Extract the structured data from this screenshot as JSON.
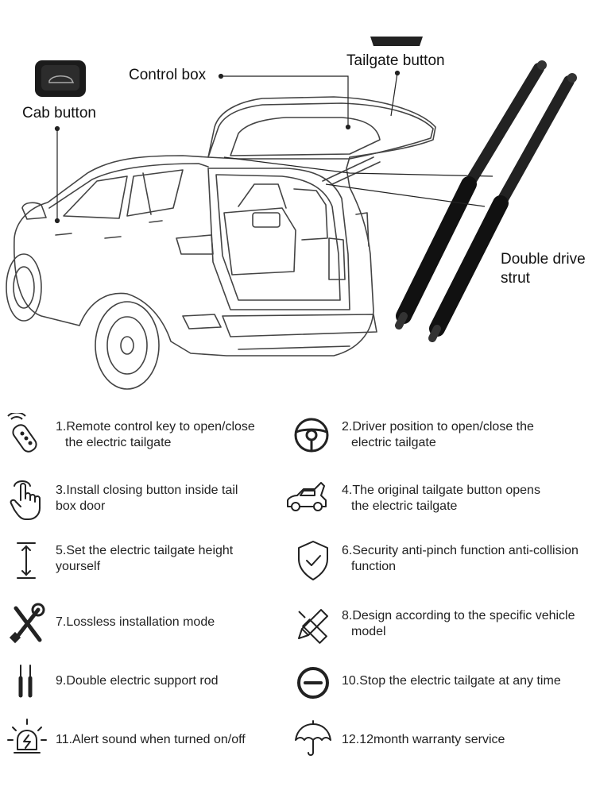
{
  "diagram": {
    "labels": {
      "cab_button": "Cab button",
      "control_box": "Control box",
      "tailgate_button": "Tailgate button",
      "double_drive_strut_line1": "Double drive",
      "double_drive_strut_line2": "strut"
    }
  },
  "features": [
    {
      "line1": "1.Remote control key to open/close",
      "line2": "the electric tailgate",
      "icon": "key-fob-icon"
    },
    {
      "line1": "2.Driver position to open/close the",
      "line2": "electric tailgate",
      "icon": "steering-wheel-icon"
    },
    {
      "line1": "3.Install closing button inside tail",
      "line2": "box door",
      "icon": "hand-touch-icon"
    },
    {
      "line1": "4.The original tailgate button opens",
      "line2": "the electric tailgate",
      "icon": "car-open-tailgate-icon"
    },
    {
      "line1": "5.Set the electric tailgate height",
      "line2": "yourself",
      "icon": "height-arrow-icon"
    },
    {
      "line1": "6.Security anti-pinch function anti-collision",
      "line2": "function",
      "icon": "shield-check-icon"
    },
    {
      "line1": "7.Lossless installation mode",
      "line2": "",
      "icon": "tools-icon"
    },
    {
      "line1": "8.Design according to the specific vehicle",
      "line2": "model",
      "icon": "pencil-ruler-icon"
    },
    {
      "line1": "9.Double electric support rod",
      "line2": "",
      "icon": "double-rod-icon"
    },
    {
      "line1": "10.Stop the electric tailgate at any time",
      "line2": "",
      "icon": "stop-icon"
    },
    {
      "line1": "11.Alert sound when turned on/off",
      "line2": "",
      "icon": "alarm-light-icon"
    },
    {
      "line1": "12.12month warranty service",
      "line2": "",
      "icon": "umbrella-icon"
    }
  ]
}
